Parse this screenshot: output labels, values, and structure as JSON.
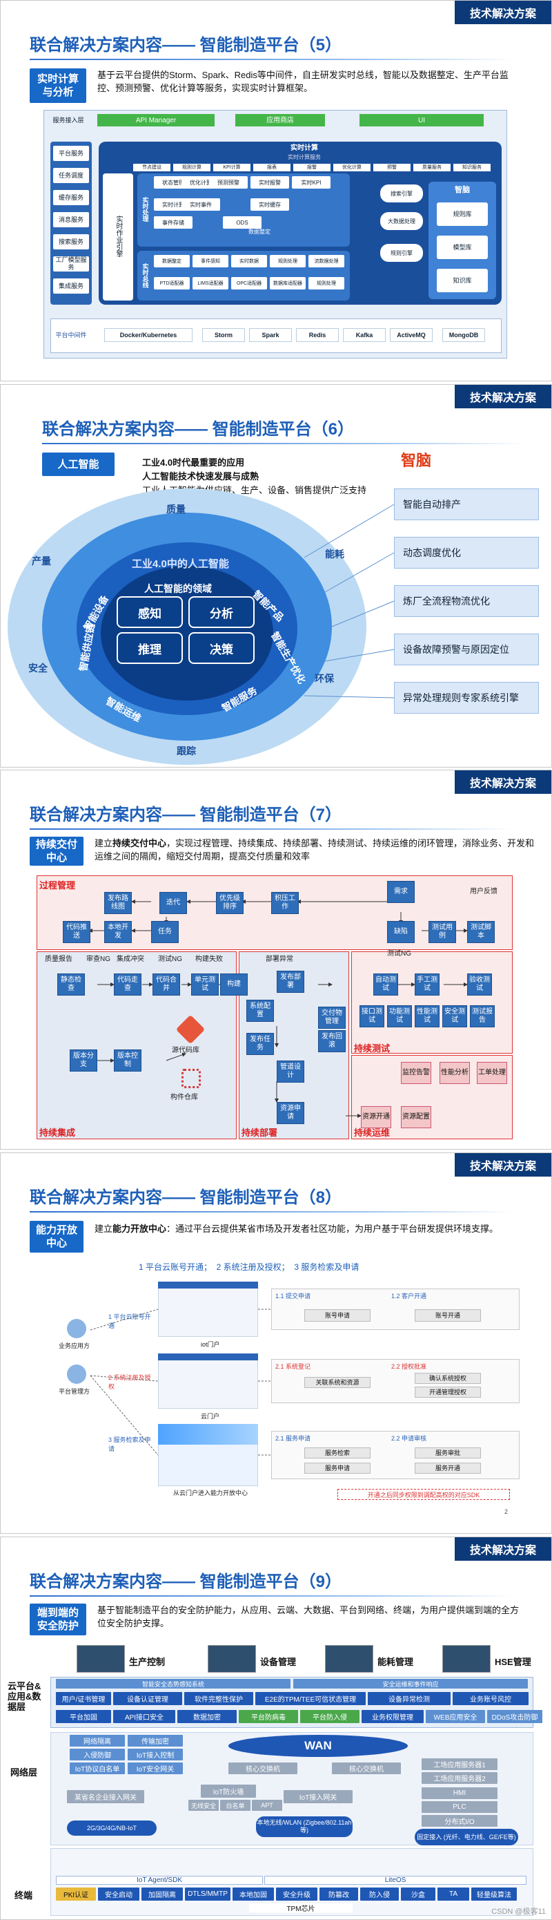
{
  "tag": "技术解决方案",
  "s5": {
    "title": "联合解决方案内容—— 智能制造平台（5）",
    "badge": "实时计算\n与分析",
    "desc": "基于云平台提供的Storm、Spark、Redis等中间件，自主研发实时总线，智能以及数据整定、生产平台监控、预测预警、优化计算等服务，实现实时计算框架。",
    "top_label": "服务接入层",
    "top_bars": [
      "API Manager",
      "应用商店",
      "UI"
    ],
    "realtime_label": "实时计算",
    "realtime_sub": "实时计算服务",
    "left_services": [
      "平台服务",
      "任务调度",
      "缓存服务",
      "消息服务",
      "搜索服务",
      "工厂模型服务",
      "集成服务"
    ],
    "services_row": [
      "节点建设",
      "规则计算",
      "KPI计算",
      "报表",
      "报警",
      "优化计算",
      "预警",
      "质量服务",
      "知识服务"
    ],
    "engine": "实时作业引擎",
    "core_left": "实时处理",
    "core_items": [
      "状态管理",
      "优化计算",
      "预测预警",
      "实时报警",
      "实时KPI",
      "实时计算",
      "实时事件",
      "实时缓存",
      "事件存储",
      "ODS"
    ],
    "data_label": "数据整定",
    "bus_label": "实时总线",
    "bus_items": [
      "数据整定",
      "事件感知",
      "实时数据",
      "规则处理",
      "流数据处理",
      "PTD适配器",
      "LIMS适配器",
      "OPC适配器",
      "数据库适配器",
      "规则处理"
    ],
    "search_items": [
      "搜索引擎",
      "大数据处理",
      "规则引擎"
    ],
    "smart_label": "智脑",
    "smart_items": [
      "规则库",
      "模型库",
      "知识库"
    ],
    "platform_label": "平台中间件",
    "middleware": [
      "Docker/Kubernetes",
      "Storm",
      "Spark",
      "Redis",
      "Kafka",
      "ActiveMQ",
      "MongoDB"
    ]
  },
  "s6": {
    "title": "联合解决方案内容—— 智能制造平台（6）",
    "badge": "人工智能",
    "bullets": [
      "工业4.0时代最重要的应用",
      "人工智能技术快速发展与成熟",
      "工业人工智能为供应链、生产、设备、销售提供广泛支持"
    ],
    "brain_label": "智脑",
    "outer_labels": [
      "质量",
      "能耗",
      "环保",
      "跟踪",
      "安全",
      "产量"
    ],
    "middle_header": "工业4.0中的人工智能",
    "middle_labels": [
      "智能设备",
      "智能产品",
      "智能生产优化",
      "智能服务",
      "智能运维",
      "智能供应链"
    ],
    "inner_header": "人工智能的领域",
    "core": [
      "感知",
      "分析",
      "推理",
      "决策"
    ],
    "items": [
      "智能自动排产",
      "动态调度优化",
      "炼厂全流程物流优化",
      "设备故障预警与原因定位",
      "异常处理规则专家系统引擎"
    ]
  },
  "s7": {
    "title": "联合解决方案内容—— 智能制造平台（7）",
    "badge": "持续交付\n中心",
    "desc_pre": "建立",
    "desc_bold": "持续交付中心",
    "desc_post": "，实现过程管理、持续集成、持续部署、持续测试、持续运维的闭环管理，消除业务、开发和运维之间的隔阂，缩短交付周期，提高交付质量和效率",
    "regions": [
      "过程管理",
      "持续集成",
      "持续部署",
      "持续测试",
      "持续运维"
    ],
    "process": [
      "发布路线图",
      "迭代",
      "优先级排序",
      "积压工作",
      "需求",
      "代码推送",
      "本地开发",
      "任务",
      "缺陷",
      "测试用例",
      "测试脚本"
    ],
    "labels": [
      "用户反馈",
      "测试NG",
      "质量报告",
      "审查NG",
      "集成冲突",
      "测试NG",
      "构建失败",
      "部署异常",
      "源代码库",
      "构件仓库"
    ],
    "ci": [
      "静态检查",
      "代码走查",
      "代码合并",
      "单元测试",
      "构建",
      "版本分支",
      "版本控制"
    ],
    "cd": [
      "发布部署",
      "系统配置",
      "交付物管理",
      "发布任务",
      "发布回滚",
      "管道设计",
      "资源申请"
    ],
    "ct": [
      "自动测试",
      "手工测试",
      "验收测试",
      "接口测试",
      "功能测试",
      "性能测试",
      "安全测试",
      "测试报告"
    ],
    "ops": [
      "监控告警",
      "性能分析",
      "工单处理",
      "资源开通",
      "资源配置"
    ]
  },
  "s8": {
    "title": "联合解决方案内容—— 智能制造平台（8）",
    "badge": "能力开放\n中心",
    "desc_pre": "建立",
    "desc_bold": "能力开放中心",
    "desc_post": "：通过平台云提供某省市场及开发者社区功能，为用户基于平台研发提供环境支撑。",
    "steps": "1 平台云账号开通；  2 系统注册及授权；  3 服务检索及申请",
    "left_labels": [
      "业务应用方",
      "平台管理方"
    ],
    "mid_labels": [
      "1 平台云账号开通",
      "2 系统注册及授权",
      "3 服务检索及申请"
    ],
    "portal_labels": [
      "iot门户",
      "云门户",
      "从云门户进入能力开放中心"
    ],
    "flow1": [
      "1.1 提交申请",
      "1.2 客户开通",
      "账号申请",
      "账号开通"
    ],
    "flow2": [
      "2.1 系统登记",
      "2.2 授权批准",
      "关联系统和资源",
      "确认系统授权",
      "开通管理授权"
    ],
    "flow3": [
      "2.1 服务申请",
      "2.2 申请审核",
      "服务检索",
      "服务审批",
      "服务申请",
      "服务开通"
    ],
    "note": "开通之后同步权限到调配高权的对应SDK",
    "page": "2"
  },
  "s9": {
    "title": "联合解决方案内容—— 智能制造平台（9）",
    "badge": "端到端的\n安全防护",
    "desc": "基于智能制造平台的安全防护能力，从应用、云端、大数据、平台到网络、终端，为用户提供端到端的全方位安全防护支撑。",
    "mgmt": [
      "生产控制",
      "设备管理",
      "能耗管理",
      "HSE管理"
    ],
    "layer1": "云平台&\n应用&数\n据层",
    "bar1": [
      "智能安全态势感知系统",
      "安全运维和事件响应"
    ],
    "row1": [
      "用户/证书管理",
      "设备认证管理",
      "软件完整性保护",
      "E2E的TPM/TEE可信状态管理",
      "设备异常检测",
      "业务账号风控"
    ],
    "row2": [
      "平台加固",
      "API接口安全",
      "数据加密",
      "平台防病毒",
      "平台防入侵",
      "业务权限管理",
      "WEB应用安全",
      "DDoS攻击防御"
    ],
    "layer2": "网络层",
    "wan": "WAN",
    "net_left": [
      "网络隔离",
      "传输加密",
      "入侵防御",
      "IoT接入控制",
      "IoT协议白名单",
      "IoT安全网关"
    ],
    "core_sw": [
      "核心交换机",
      "核心交换机"
    ],
    "net_right": [
      "工场应用服务器1",
      "工场应用服务器2",
      "HMI",
      "PLC",
      "分布式I/O"
    ],
    "gw": [
      "某省名企业接入网关",
      "IoT防火墙",
      "IoT接入网关"
    ],
    "gw_sub": [
      "无线安全",
      "白名单",
      "APT"
    ],
    "access": [
      "2G/3G/4G/NB-IoT",
      "本地无线/WLAN (Zigbee/802.11ah等)",
      "固定接入 (光纤、电力线、GE/FE等)"
    ],
    "layer3": "终端",
    "terminal_top": [
      "IoT Agent/SDK",
      "LiteOS"
    ],
    "terminal": [
      "PKI认证",
      "安全启动",
      "加固隔离",
      "DTLS/MMTP",
      "本地加固",
      "安全升级",
      "防篡改",
      "防入侵",
      "沙盒",
      "TA",
      "轻量级算法"
    ],
    "tpm": "TPM芯片",
    "watermark": "CSDN @极客11"
  }
}
